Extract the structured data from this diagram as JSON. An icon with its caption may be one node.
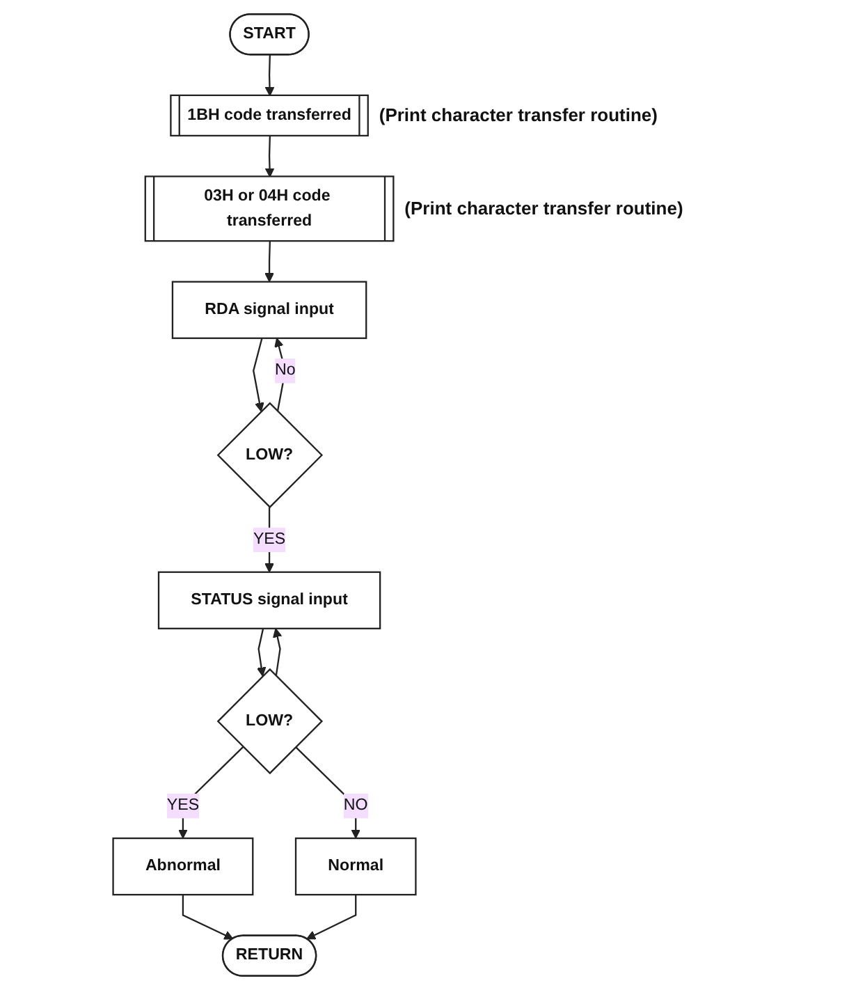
{
  "diagram": {
    "nodes": [
      {
        "text": [
          "START"
        ]
      },
      {
        "text": [
          "1BH code transferred"
        ],
        "beside": [
          "(Print character transfer routine)"
        ]
      },
      {
        "text": [
          "03H or 04H code transferred"
        ],
        "beside": [
          "(Print character transfer routine)"
        ]
      },
      {
        "text": [
          "RDA signal input"
        ]
      },
      {
        "text": [
          "LOW?"
        ]
      },
      {
        "text": [
          "STATUS signal input"
        ]
      },
      {
        "text": [
          "LOW?"
        ]
      },
      {
        "text": [
          "Abnormal"
        ]
      },
      {
        "text": [
          "Normal"
        ]
      },
      {
        "text": [
          "RETURN"
        ]
      }
    ],
    "edges": [
      {
        "from": 0,
        "to": 1,
        "arrow": "to"
      },
      {
        "from": 1,
        "to": 2,
        "arrow": "to"
      },
      {
        "from": 2,
        "to": 3,
        "arrow": "to"
      },
      {
        "from": 3,
        "to": 4,
        "arrow": "to"
      },
      {
        "from": 4,
        "to": 3,
        "label": "No",
        "arrow": "to"
      },
      {
        "from": 4,
        "to": 5,
        "label": "YES",
        "arrow": "to"
      },
      {
        "from": 5,
        "to": 6,
        "arrow": "to"
      },
      {
        "from": 6,
        "to": 5,
        "arrow": "to"
      },
      {
        "from": 6,
        "to": 8,
        "label": "NO",
        "arrow": "to"
      },
      {
        "from": 6,
        "to": 7,
        "label": "YES",
        "arrow": "to"
      },
      {
        "from": 7,
        "to": 9,
        "arrow": "to"
      },
      {
        "from": 8,
        "to": 9,
        "arrow": "to"
      }
    ]
  }
}
